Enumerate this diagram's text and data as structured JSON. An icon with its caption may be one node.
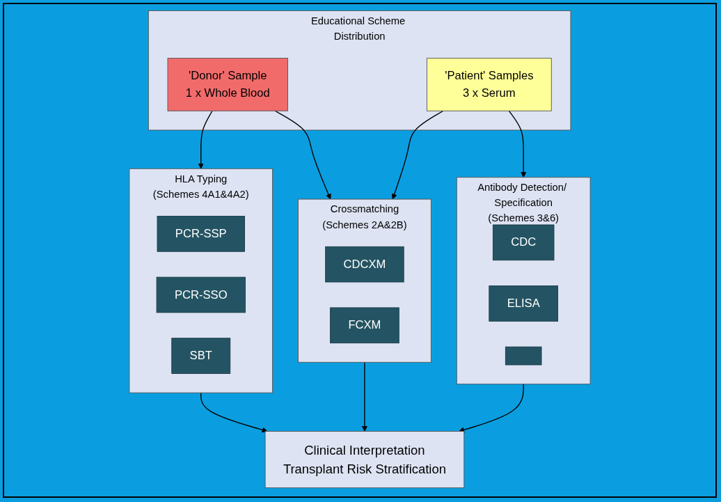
{
  "diagram": {
    "nodes": [
      {
        "text": [
          "Educational Scheme Distribution"
        ]
      },
      {
        "text": [
          "'Donor' Sample",
          "1 x Whole Blood"
        ],
        "in": 0
      },
      {
        "text": [
          "'Patient' Samples",
          "3 x Serum"
        ],
        "in": 0
      },
      {
        "text": [
          "HLA Typing",
          "(Schemes 4A1&4A2)"
        ]
      },
      {
        "text": [
          "PCR-SSP"
        ],
        "in": 3
      },
      {
        "text": [
          "PCR-SSO"
        ],
        "in": 3
      },
      {
        "text": [
          "SBT"
        ],
        "in": 3
      },
      {
        "text": [
          "Crossmatching",
          "(Schemes 2A&2B)"
        ]
      },
      {
        "text": [
          "CDCXM"
        ],
        "in": 7
      },
      {
        "text": [
          "FCXM"
        ],
        "in": 7
      },
      {
        "text": [
          "Antibody Detection/ Specification",
          "(Schemes 3&6)"
        ]
      },
      {
        "text": [
          "CDC"
        ],
        "in": 10
      },
      {
        "text": [
          "ELISA"
        ],
        "in": 10
      },
      {
        "text": [],
        "shape": "box",
        "in": 10
      },
      {
        "text": [
          "Clinical Interpretation",
          "Transplant Risk Stratification"
        ]
      }
    ],
    "edges": [
      {
        "from": 1,
        "to": 3,
        "arrow": "to"
      },
      {
        "from": 1,
        "to": 7,
        "arrow": "to"
      },
      {
        "from": 2,
        "to": 7,
        "arrow": "to"
      },
      {
        "from": 2,
        "to": 10,
        "arrow": "to"
      },
      {
        "from": 3,
        "to": 14,
        "arrow": "to"
      },
      {
        "from": 7,
        "to": 14,
        "arrow": "to"
      },
      {
        "from": 10,
        "to": 14,
        "arrow": "to"
      }
    ]
  }
}
